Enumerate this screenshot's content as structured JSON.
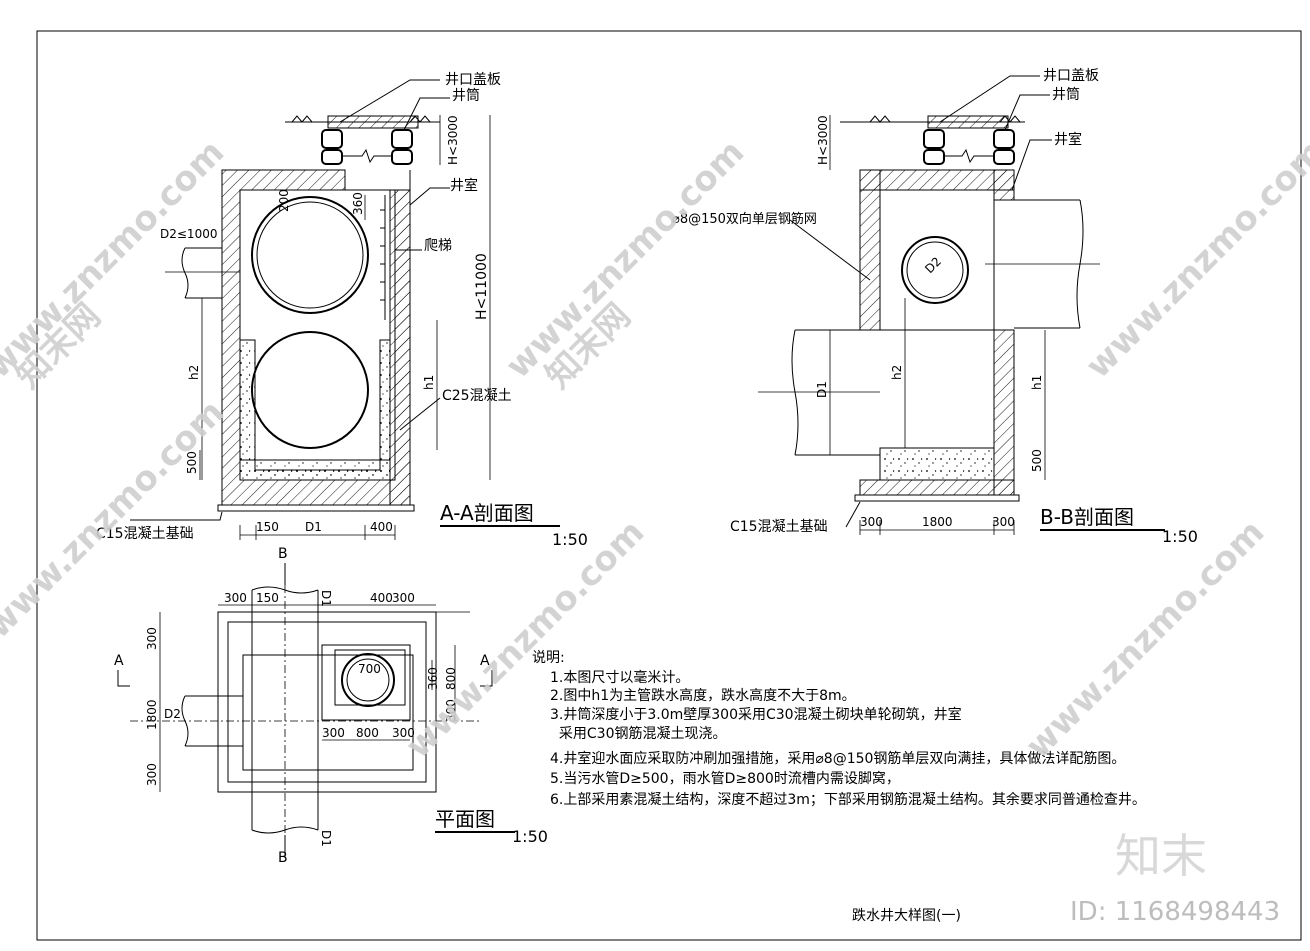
{
  "aa_section": {
    "title": "A-A剖面图",
    "scale": "1:50",
    "labels": {
      "cover": "井口盖板",
      "shaft": "井筒",
      "chamber": "井室",
      "ladder": "爬梯",
      "concrete": "C25混凝土",
      "foundation": "C15混凝土基础",
      "inlet": "D2≤1000",
      "h_shaft": "H<3000",
      "h_total": "H<11000",
      "h1": "h1",
      "h2": "h2",
      "d360": "360",
      "d200": "200",
      "d500": "500",
      "w150": "150",
      "wd1": "D1",
      "w400": "400"
    }
  },
  "bb_section": {
    "title": "B-B剖面图",
    "scale": "1:50",
    "labels": {
      "cover": "井口盖板",
      "shaft": "井筒",
      "chamber": "井室",
      "rebar": "⌀8@150双向单层钢筋网",
      "foundation": "C15混凝土基础",
      "h_shaft": "H<3000",
      "d2": "D2",
      "d1": "D1",
      "h1": "h1",
      "h2": "h2",
      "d500": "500",
      "w300a": "300",
      "w1800": "1800",
      "w300b": "300"
    }
  },
  "plan": {
    "title": "平面图",
    "scale": "1:50",
    "labels": {
      "b_top": "B",
      "b_bottom": "B",
      "a_left": "A",
      "a_right": "A",
      "d1_top": "D1",
      "d1_bottom": "D1",
      "d2": "D2",
      "t300a": "300",
      "t150": "150",
      "t400": "400",
      "t300b": "300",
      "l300a": "300",
      "l1800": "1800",
      "l300b": "300",
      "r360": "360",
      "r800": "800",
      "r300": "300",
      "b300a": "300",
      "b800": "800",
      "b300b": "300",
      "d700": "700"
    }
  },
  "notes": {
    "heading": "说明:",
    "items": [
      "1.本图尺寸以毫米计。",
      "2.图中h1为主管跌水高度，跌水高度不大于8m。",
      "3.井筒深度小于3.0m壁厚300采用C30混凝土砌块单轮砌筑，井室",
      "  采用C30钢筋混凝土现浇。",
      "4.井室迎水面应采取防冲刷加强措施，采用⌀8@150钢筋单层双向满挂，具体做法详配筋图。",
      "5.当污水管D≥500，雨水管D≥800时流槽内需设脚窝，",
      "6.上部采用素混凝土结构，深度不超过3m；下部采用钢筋混凝土结构。其余要求同普通检查井。"
    ]
  },
  "sheet_title": "跌水井大样图(一)",
  "watermark": {
    "text": "www.znzmo.com",
    "brand": "知末网",
    "logo": "知末",
    "id": "ID: 1168498443"
  }
}
